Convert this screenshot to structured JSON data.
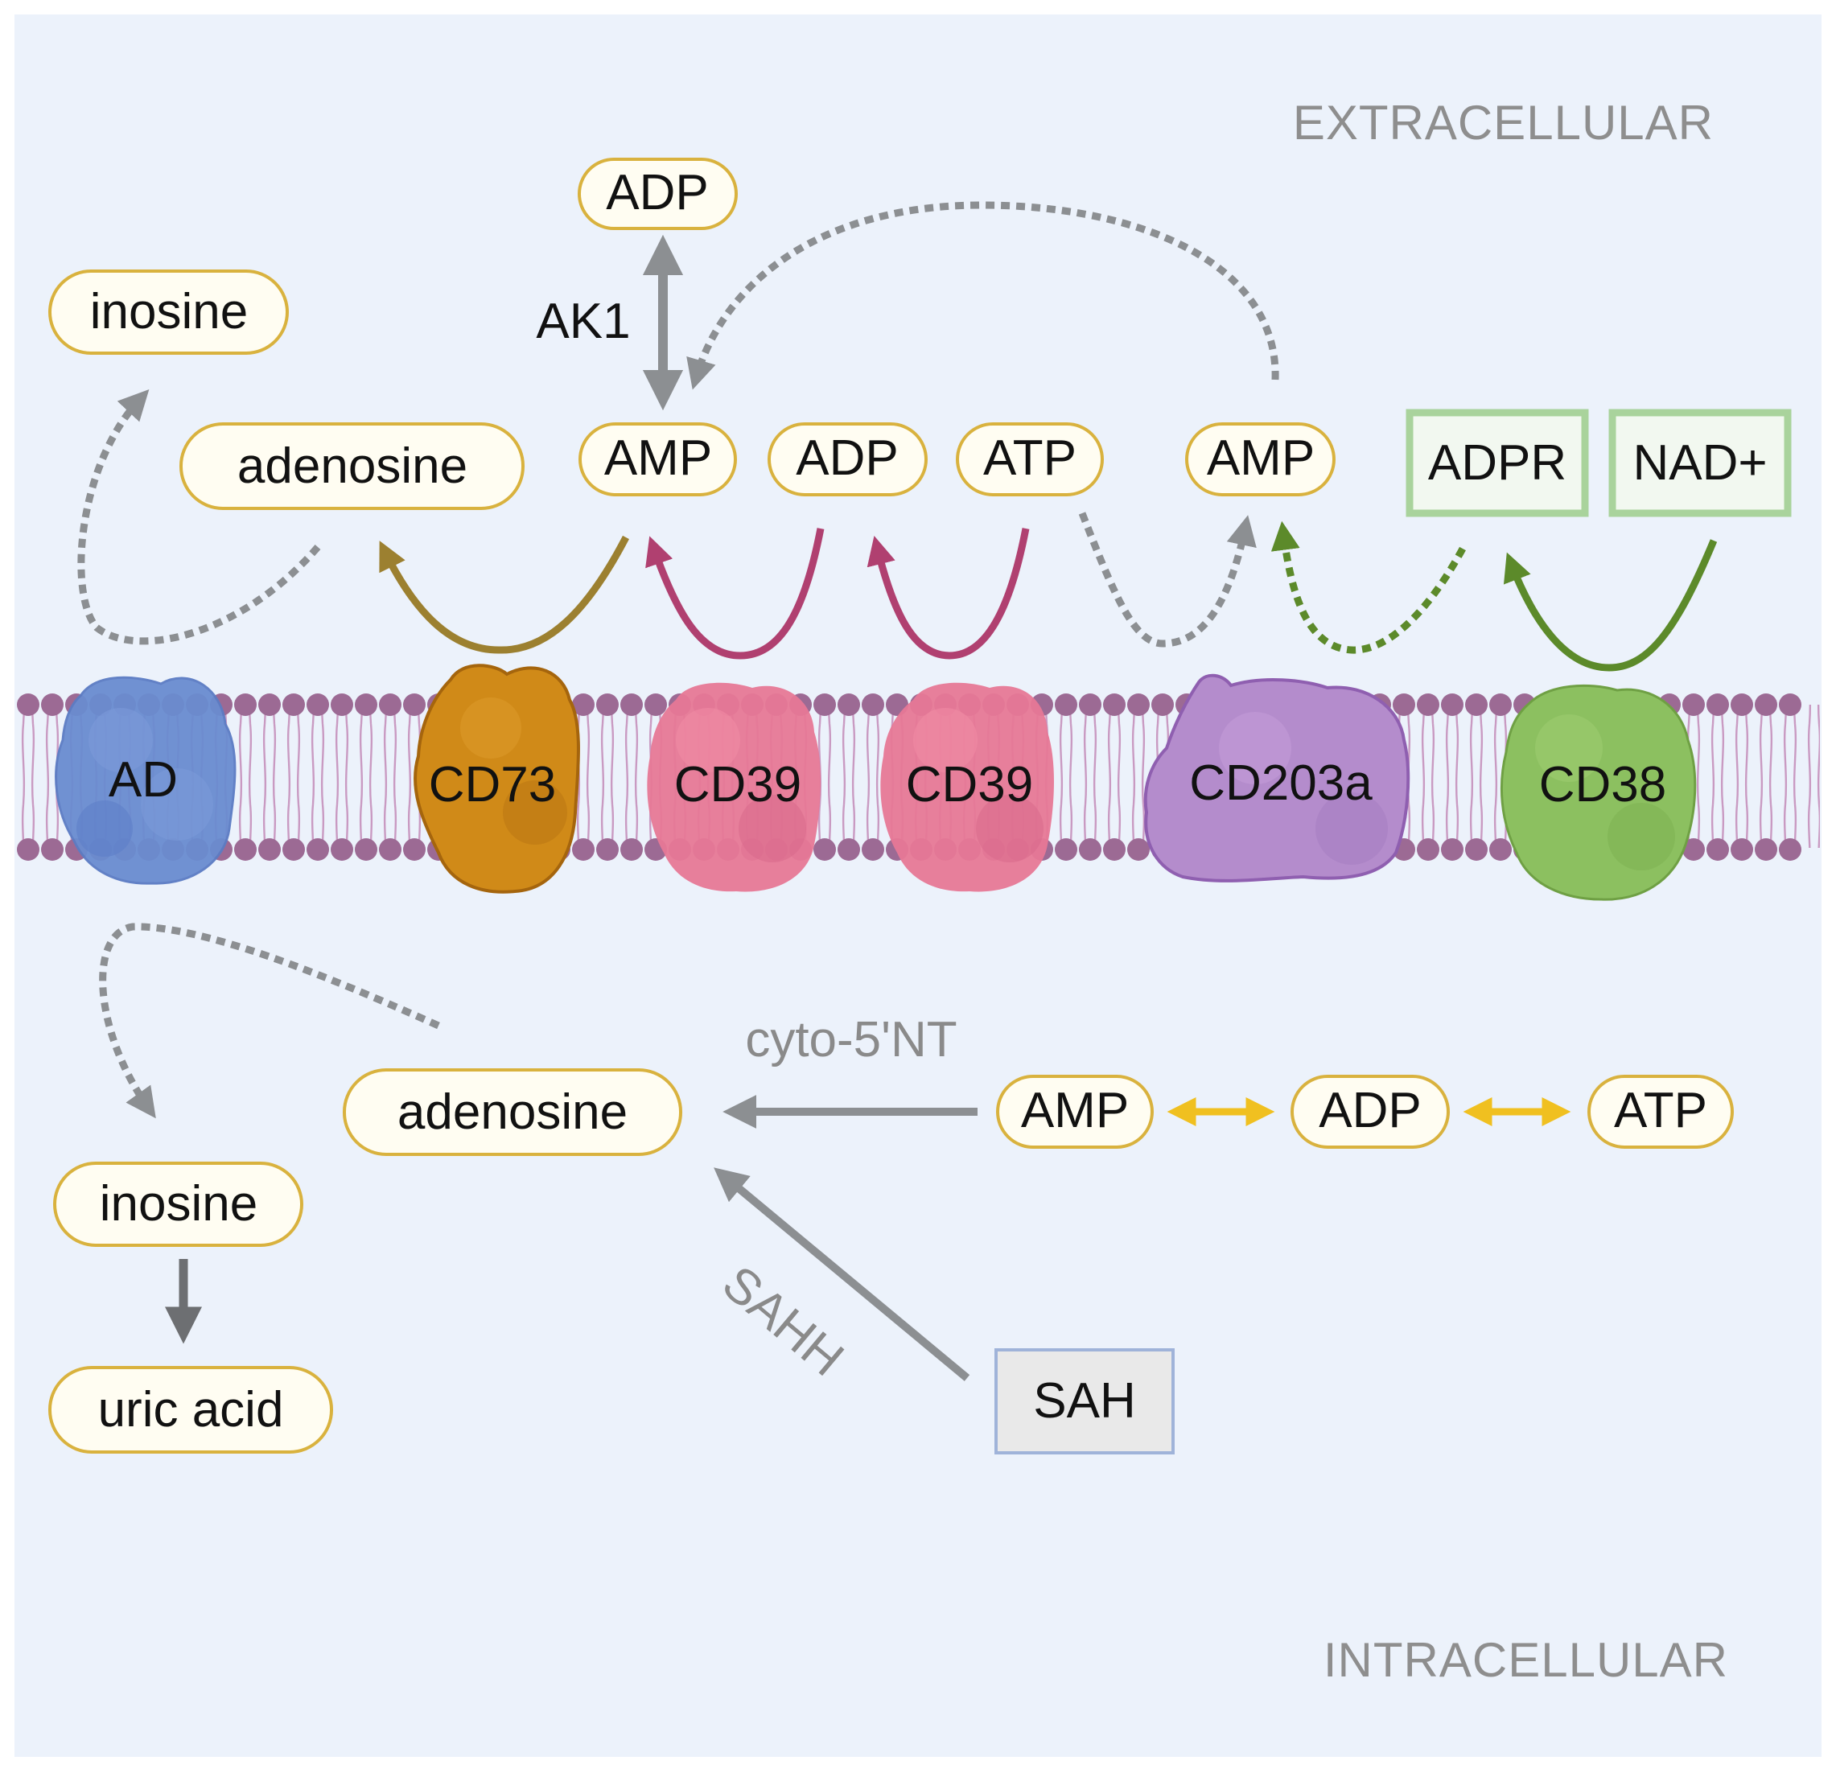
{
  "compartments": {
    "extracellular": "EXTRACELLULAR",
    "intracellular": "INTRACELLULAR"
  },
  "extracellular": {
    "adp_top": "ADP",
    "ak1": "AK1",
    "inosine": "inosine",
    "adenosine": "adenosine",
    "amp_1": "AMP",
    "adp": "ADP",
    "atp": "ATP",
    "amp_2": "AMP",
    "adpr": "ADPR",
    "nad": "NAD+"
  },
  "membrane_proteins": {
    "ad": "AD",
    "cd73": "CD73",
    "cd39_1": "CD39",
    "cd39_2": "CD39",
    "cd203a": "CD203a",
    "cd38": "CD38"
  },
  "intracellular": {
    "adenosine": "adenosine",
    "inosine": "inosine",
    "uric_acid": "uric acid",
    "cyto5nt": "cyto-5'NT",
    "amp": "AMP",
    "adp": "ADP",
    "atp": "ATP",
    "sahh": "SAHH",
    "sah": "SAH"
  },
  "colors": {
    "background": "#ecf2fb",
    "metabolite_fill": "#fffdf2",
    "metabolite_stroke": "#d9b23e",
    "green_box_fill": "#f2f8f0",
    "green_box_stroke": "#a9d39c",
    "gray_arrow": "#8c8f92",
    "cd73_arrow": "#9c8030",
    "cd39_arrow": "#b04070",
    "cd38_arrow": "#5c8a2a",
    "yellow_arrow": "#f0c020",
    "membrane_head": "#9c6a94",
    "ad_protein": "#6a8cd0",
    "cd73_protein": "#d08a18",
    "cd39_protein": "#e77896",
    "cd203a_protein": "#b48ccc",
    "cd38_protein": "#8cc060",
    "sah_fill": "#e9e9e9",
    "sah_stroke": "#9fb3d9"
  }
}
